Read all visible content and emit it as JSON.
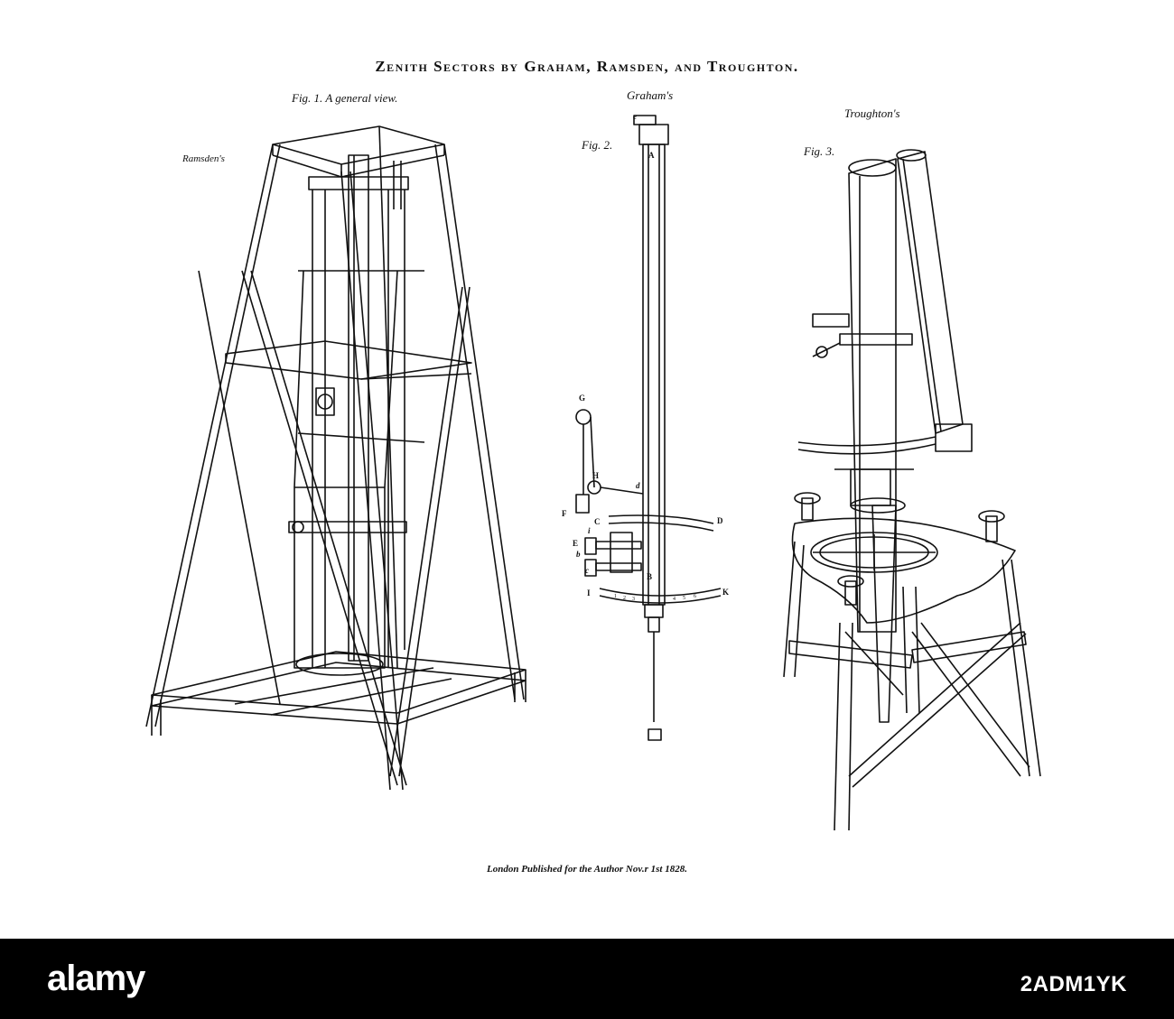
{
  "plate": {
    "title": "Zenith Sectors by Graham, Ramsden, and Troughton.",
    "fig1_caption": "Fig. 1. A general view.",
    "ramsden_label": "Ramsden's",
    "graham_label": "Graham's",
    "fig2_caption": "Fig. 2.",
    "troughton_label": "Troughton's",
    "fig3_caption": "Fig. 3.",
    "imprint": "London Published for the Author Nov.r 1st 1828.",
    "fig2_letters": {
      "A": "A",
      "B": "B",
      "C": "C",
      "D": "D",
      "E": "E",
      "F": "F",
      "G": "G",
      "H": "H",
      "I": "I",
      "K": "K",
      "b": "b",
      "c": "c",
      "d": "d",
      "i": "i",
      "e": "e"
    }
  },
  "watermark": {
    "logo_text": "alamy",
    "image_id": "2ADM1YK"
  },
  "colors": {
    "ink": "#111111",
    "paper": "#ffffff",
    "banner": "#000000"
  }
}
